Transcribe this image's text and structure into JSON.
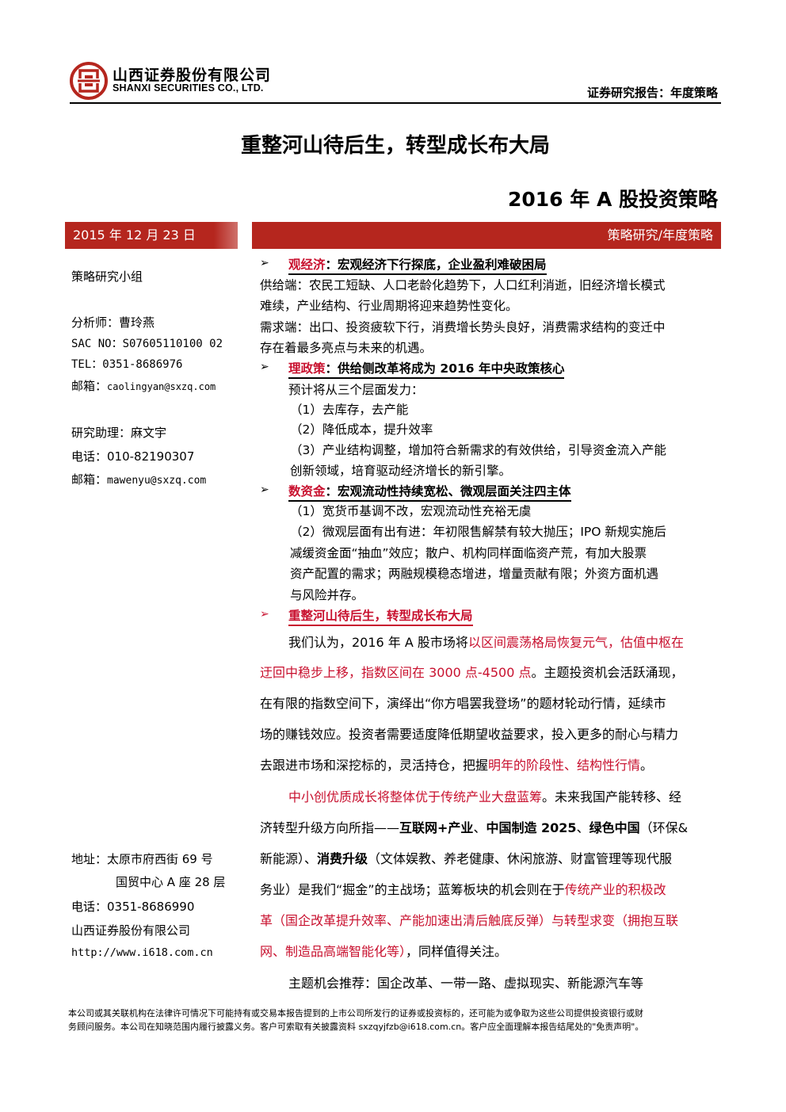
{
  "header": {
    "company_cn": "山西证券股份有限公司",
    "company_en": "SHANXI SECURITIES CO., LTD.",
    "report_type": "证券研究报告：年度策略"
  },
  "title": {
    "main": "重整河山待后生，转型成长布大局",
    "sub": "2016 年 A 股投资策略"
  },
  "banner": {
    "date": "2015 年 12 月 23 日",
    "category": "策略研究/年度策略"
  },
  "sidebar": {
    "group": "策略研究小组",
    "analyst": "分析师：曹玲燕",
    "sac": "SAC NO：S07605110100 02",
    "tel": "TEL：0351-8686976",
    "email_label": "邮箱：",
    "email": "caolingyan@sxzq.com",
    "assistant": "研究助理：麻文宇",
    "assistant_tel": "电话：010-82190307",
    "assistant_email_label": "邮箱：",
    "assistant_email": "mawenyu@sxzq.com",
    "address_1": "地址：太原市府西街 69 号",
    "address_2": "国贸中心 A 座 28 层",
    "phone": "电话：0351-8686990",
    "company": "山西证券股份有限公司",
    "website": "http://www.i618.com.cn"
  },
  "body": {
    "s1_heading_red": "观经济",
    "s1_heading_rest": "：宏观经济下行探底，企业盈利难破困局",
    "s1_l1": "供给端：农民工短缺、人口老龄化趋势下，人口红利消逝，旧经济增长模式",
    "s1_l2": "难续，产业结构、行业周期将迎来趋势性变化。",
    "s1_l3": "需求端：出口、投资疲软下行，消费增长势头良好，消费需求结构的变迁中",
    "s1_l4": "存在着最多亮点与未来的机遇。",
    "s2_heading_red": "理政策",
    "s2_heading_rest": "：供给侧改革将成为 2016 年中央政策核心",
    "s2_l1": "预计将从三个层面发力：",
    "s2_l2": "（1）去库存，去产能",
    "s2_l3": "（2）降低成本，提升效率",
    "s2_l4": "（3）产业结构调整，增加符合新需求的有效供给，引导资金流入产能",
    "s2_l5": "创新领域，培育驱动经济增长的新引擎。",
    "s3_heading_red": "数资金",
    "s3_heading_rest": "：宏观流动性持续宽松、微观层面关注四主体",
    "s3_l1": "（1）宽货币基调不改，宏观流动性充裕无虞",
    "s3_l2": "（2）微观层面有出有进：年初限售解禁有较大抛压；IPO 新规实施后",
    "s3_l3": "减缓资金面“抽血”效应；散户、机构同样面临资产荒，有加大股票",
    "s3_l4": "资产配置的需求；两融规模稳态增进，增量贡献有限；外资方面机遇",
    "s3_l5": "与风险并存。",
    "s4_heading": "重整河山待后生，转型成长布大局",
    "p1_a": "我们认为，2016 年 A 股市场将",
    "p1_b": "以区间震荡格局恢复元气，估值中枢在",
    "p1_c": "迂回中稳步上移，指数区间在 3000 点-4500 点",
    "p1_d": "。主题投资机会活跃涌现，",
    "p1_e": "在有限的指数空间下，演绎出“你方唱罢我登场”的题材轮动行情，延续市",
    "p1_f": "场的赚钱效应。投资者需要适度降低期望收益要求，投入更多的耐心与精力",
    "p1_g": "去跟进市场和深挖标的，灵活持仓，把握",
    "p1_h": "明年的阶段性、结构性行情",
    "p1_i": "。",
    "p2_a": "中小创优质成长将整体优于传统产业大盘蓝筹",
    "p2_b": "。未来我国产能转移、经",
    "p2_c": "济转型升级方向所指——",
    "p2_d": "互联网+产业",
    "p2_e": "、",
    "p2_f": "中国制造 2025",
    "p2_g": "、",
    "p2_h": "绿色中国",
    "p2_i": "（环保&",
    "p2_j": "新能源）、",
    "p2_k": "消费升级",
    "p2_l": "（文体娱教、养老健康、休闲旅游、财富管理等现代服",
    "p2_m": "务业）是我们“掘金”的主战场；蓝筹板块的机会则在于",
    "p2_n": "传统产业的积极改",
    "p2_o": "革（国企改革提升效率、产能加速出清后触底反弹）与转型求变（拥抱互联",
    "p2_p": "网、制造品高端智能化等）",
    "p2_q": "，同样值得关注。",
    "p3": "主题机会推荐：国企改革、一带一路、虚拟现实、新能源汽车等"
  },
  "footer": {
    "line1": "本公司或其关联机构在法律许可情况下可能持有或交易本报告提到的上市公司所发行的证券或投资标的，还可能为或争取为这些公司提供投资银行或财",
    "line2": "务顾问服务。本公司在知晓范围内履行披露义务。客户可索取有关披露资料 sxzqyjfzb@i618.com.cn。客户应全面理解本报告结尾处的\"免责声明\"。"
  },
  "colors": {
    "brand_red": "#b5261e",
    "highlight_red": "#c8102e"
  }
}
